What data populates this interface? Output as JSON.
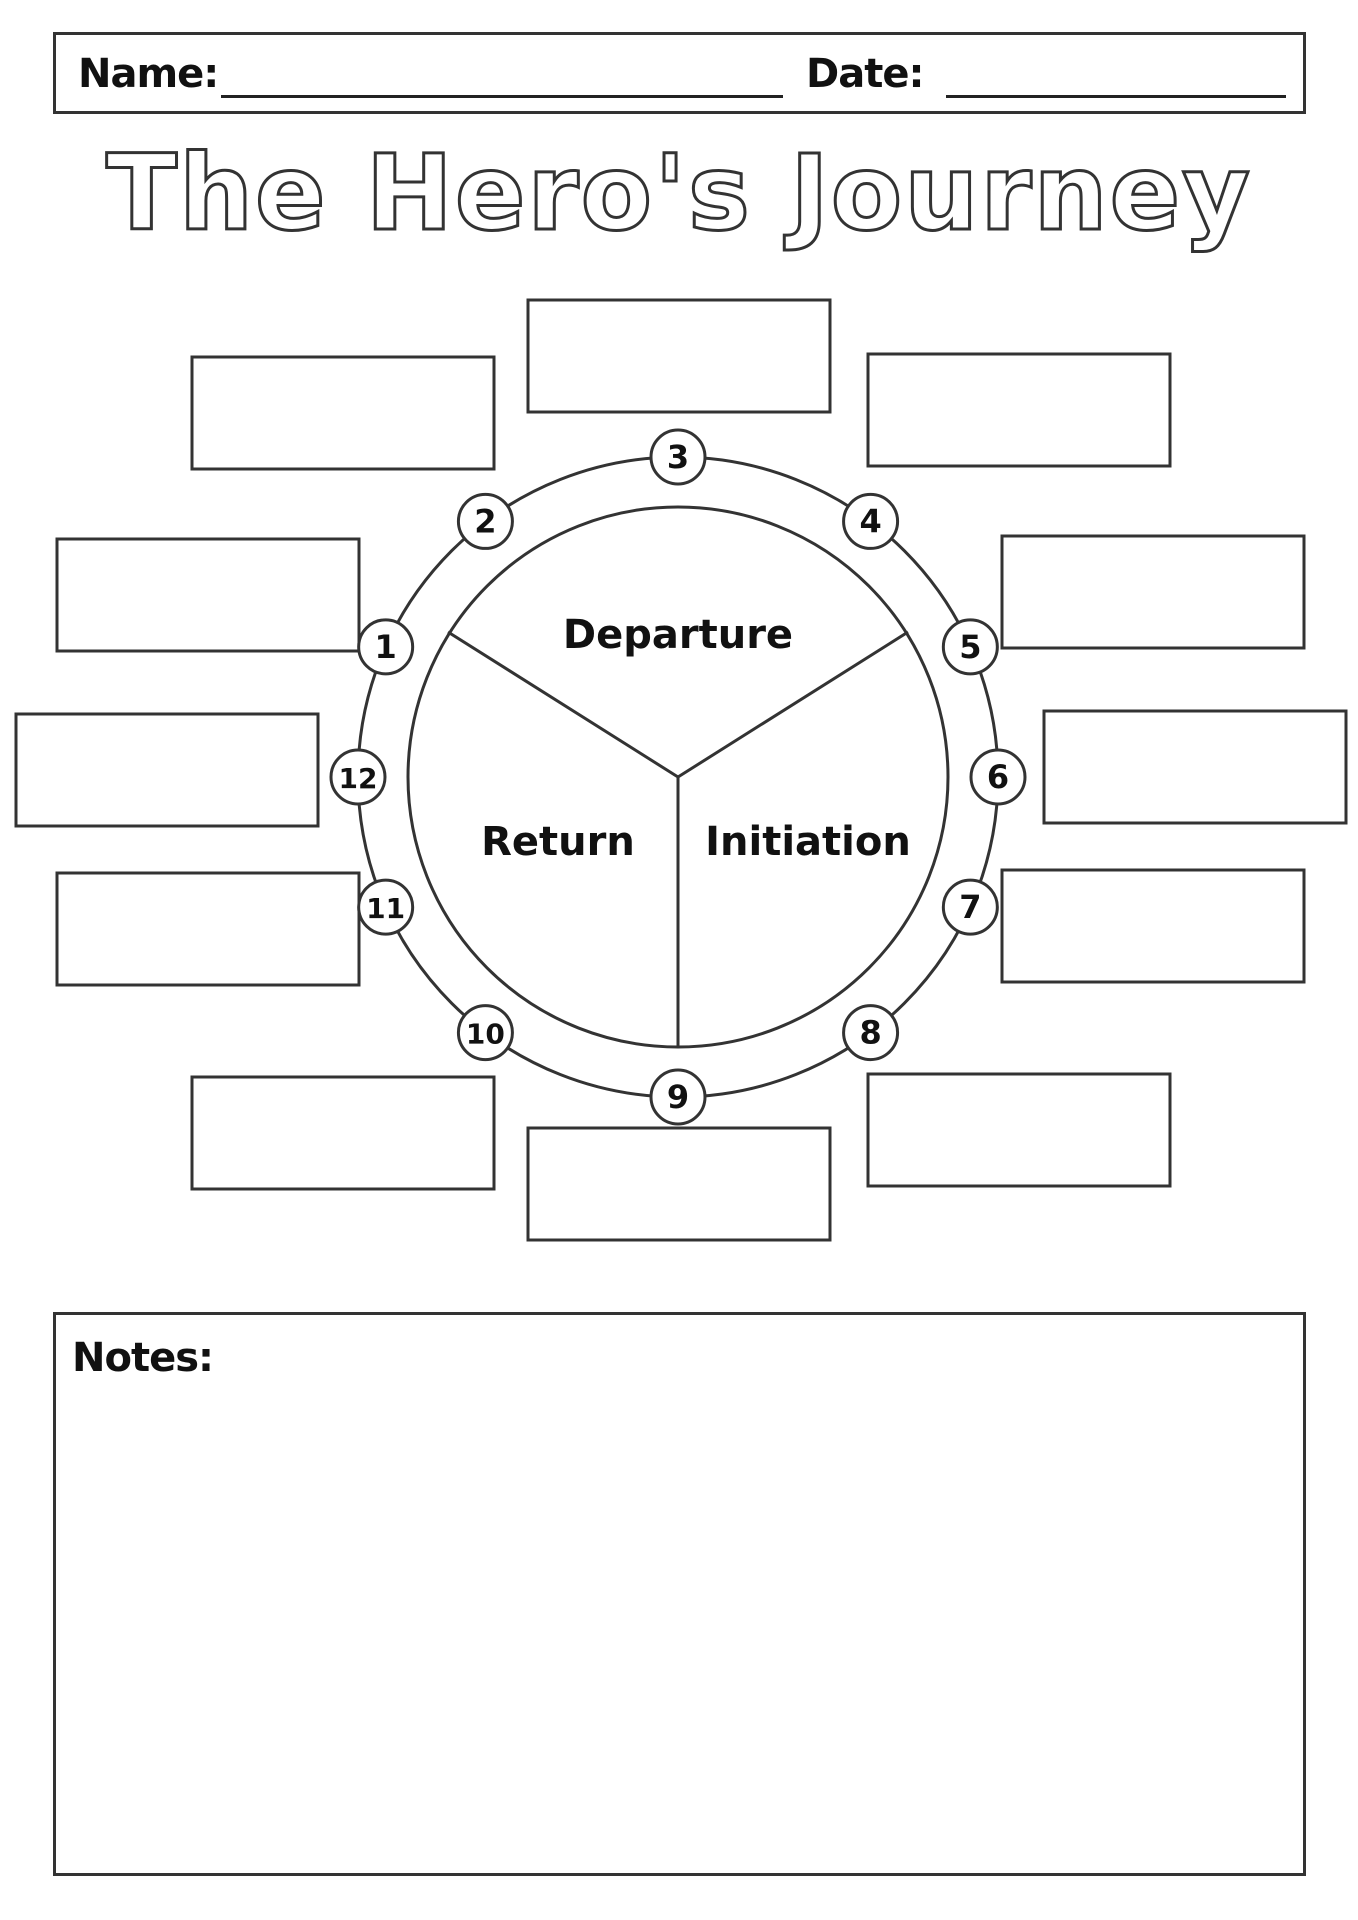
{
  "header": {
    "name_label": "Name:",
    "date_label": "Date:"
  },
  "title": "The Hero's Journey",
  "phases": {
    "departure": "Departure",
    "initiation": "Initiation",
    "return": "Return"
  },
  "steps": [
    "1",
    "2",
    "3",
    "4",
    "5",
    "6",
    "7",
    "8",
    "9",
    "10",
    "11",
    "12"
  ],
  "notes": {
    "label": "Notes:"
  }
}
